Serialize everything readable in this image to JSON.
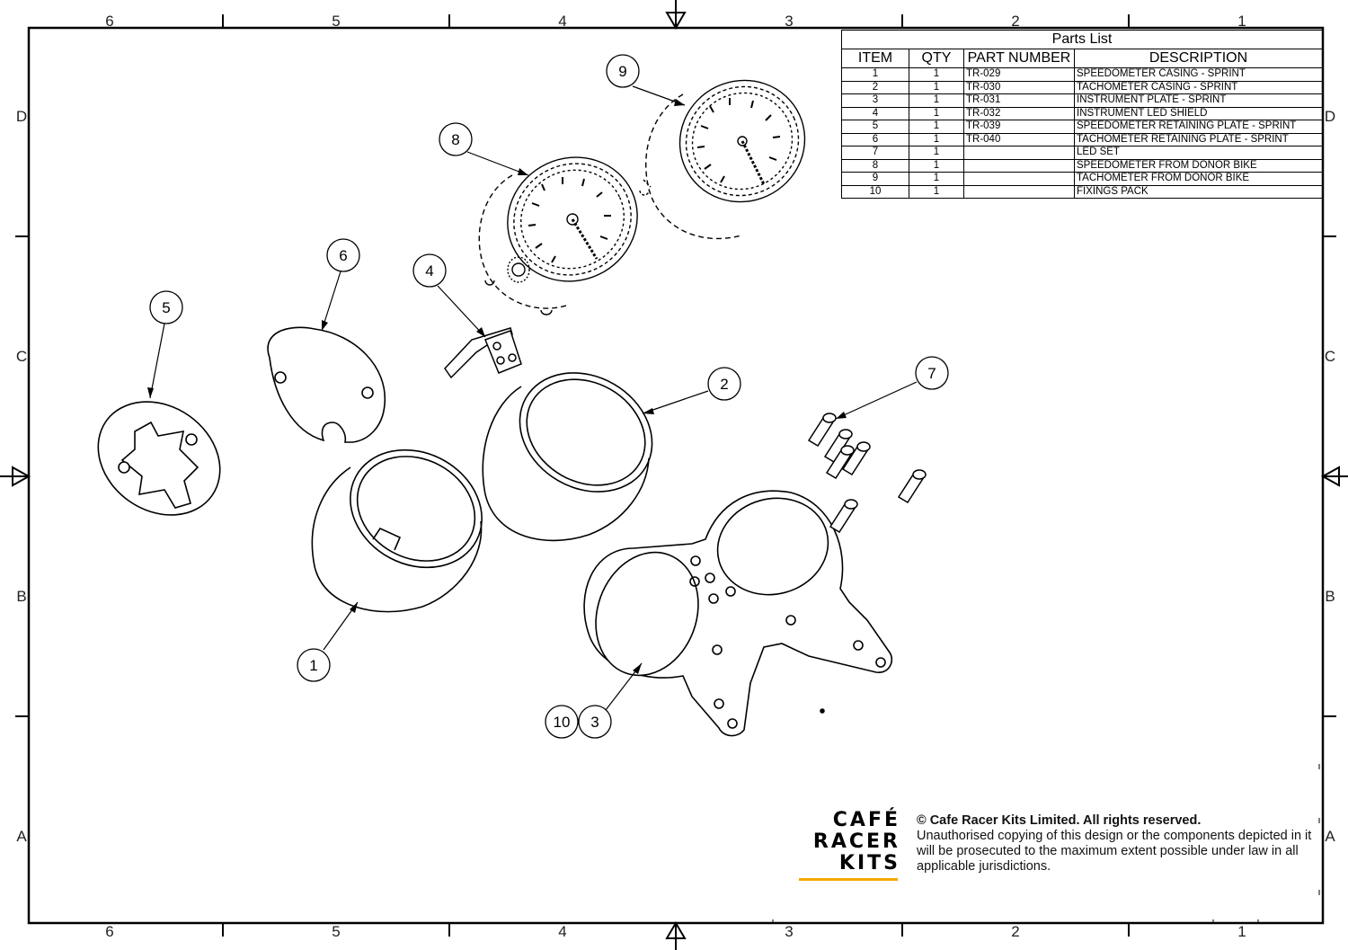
{
  "zones": {
    "columns": [
      "6",
      "5",
      "4",
      "3",
      "2",
      "1"
    ],
    "rows": [
      "D",
      "C",
      "B",
      "A"
    ]
  },
  "parts_list": {
    "title": "Parts List",
    "headers": [
      "ITEM",
      "QTY",
      "PART NUMBER",
      "DESCRIPTION"
    ],
    "rows": [
      {
        "item": "1",
        "qty": "1",
        "part": "TR-029",
        "desc": "SPEEDOMETER CASING - SPRINT"
      },
      {
        "item": "2",
        "qty": "1",
        "part": "TR-030",
        "desc": "TACHOMETER CASING - SPRINT"
      },
      {
        "item": "3",
        "qty": "1",
        "part": "TR-031",
        "desc": "INSTRUMENT PLATE - SPRINT"
      },
      {
        "item": "4",
        "qty": "1",
        "part": "TR-032",
        "desc": "INSTRUMENT LED SHIELD"
      },
      {
        "item": "5",
        "qty": "1",
        "part": "TR-039",
        "desc": "SPEEDOMETER RETAINING PLATE - SPRINT"
      },
      {
        "item": "6",
        "qty": "1",
        "part": "TR-040",
        "desc": "TACHOMETER RETAINING PLATE - SPRINT"
      },
      {
        "item": "7",
        "qty": "1",
        "part": "",
        "desc": "LED SET"
      },
      {
        "item": "8",
        "qty": "1",
        "part": "",
        "desc": "SPEEDOMETER FROM DONOR BIKE"
      },
      {
        "item": "9",
        "qty": "1",
        "part": "",
        "desc": "TACHOMETER FROM DONOR BIKE"
      },
      {
        "item": "10",
        "qty": "1",
        "part": "",
        "desc": "FIXINGS PACK"
      }
    ]
  },
  "callouts": [
    "1",
    "2",
    "3",
    "4",
    "5",
    "6",
    "7",
    "8",
    "9",
    "10"
  ],
  "logo": {
    "lines": [
      "CAFÉ",
      "RACER",
      "KITS"
    ],
    "accent_color": "#f5a800"
  },
  "copyright": {
    "heading": "© Cafe Racer Kits Limited. All rights reserved.",
    "body": "Unauthorised copying of this design or the components depicted in it will be prosecuted to the maximum extent possible under law in all applicable jurisdictions."
  }
}
